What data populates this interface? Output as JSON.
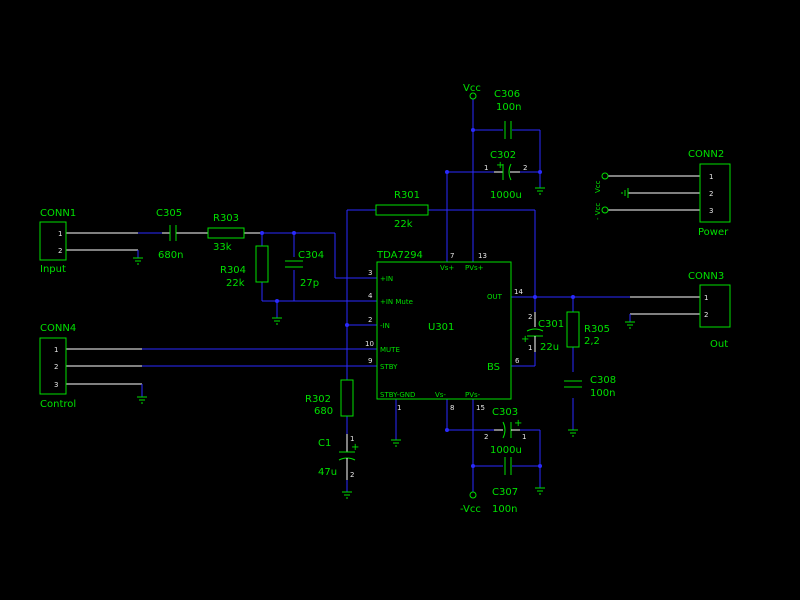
{
  "components": {
    "conn1": {
      "ref": "CONN1",
      "name": "Input",
      "pins": [
        "1",
        "2"
      ]
    },
    "conn2": {
      "ref": "CONN2",
      "name": "Power",
      "pins": [
        "1",
        "2",
        "3"
      ]
    },
    "conn3": {
      "ref": "CONN3",
      "name": "Out",
      "pins": [
        "1",
        "2"
      ]
    },
    "conn4": {
      "ref": "CONN4",
      "name": "Control",
      "pins": [
        "1",
        "2",
        "3"
      ]
    },
    "c305": {
      "ref": "C305",
      "value": "680n"
    },
    "r303": {
      "ref": "R303",
      "value": "33k"
    },
    "r304": {
      "ref": "R304",
      "value": "22k"
    },
    "c304": {
      "ref": "C304",
      "value": "27p"
    },
    "r301": {
      "ref": "R301",
      "value": "22k"
    },
    "c306": {
      "ref": "C306",
      "value": "100n"
    },
    "c302": {
      "ref": "C302",
      "value": "1000u",
      "pins": [
        "1",
        "2"
      ],
      "plus": "+"
    },
    "c301": {
      "ref": "C301",
      "value": "22u",
      "pins": [
        "2",
        "1"
      ],
      "plus": "+"
    },
    "r305": {
      "ref": "R305",
      "value": "2,2"
    },
    "c308": {
      "ref": "C308",
      "value": "100n"
    },
    "r302": {
      "ref": "R302",
      "value": "680"
    },
    "c1": {
      "ref": "C1",
      "value": "47u",
      "pins": [
        "1",
        "2"
      ],
      "plus": "+"
    },
    "c303": {
      "ref": "C303",
      "value": "1000u",
      "pins": [
        "2",
        "1"
      ],
      "plus": "+"
    },
    "c307": {
      "ref": "C307",
      "value": "100n"
    }
  },
  "ic": {
    "ref": "U301",
    "part": "TDA7294",
    "pins_left": [
      {
        "num": "3",
        "name": "+IN"
      },
      {
        "num": "4",
        "name": "+IN Mute"
      },
      {
        "num": "2",
        "name": "-IN"
      },
      {
        "num": "10",
        "name": "MUTE"
      },
      {
        "num": "9",
        "name": "STBY"
      }
    ],
    "pins_top": [
      {
        "num": "7",
        "name": "Vs+"
      },
      {
        "num": "13",
        "name": "PVs+"
      }
    ],
    "pins_right": [
      {
        "num": "14",
        "name": "OUT"
      },
      {
        "num": "6",
        "name": "BS"
      }
    ],
    "pins_bottom": [
      {
        "num": "1",
        "name": "STBY-GND"
      },
      {
        "num": "8",
        "name": "Vs-"
      },
      {
        "num": "15",
        "name": "PVs-"
      }
    ]
  },
  "power": {
    "vcc": "Vcc",
    "neg_vcc": "-Vcc",
    "vcc_short": "Vcc",
    "neg_vcc_short": "- Vcc"
  }
}
